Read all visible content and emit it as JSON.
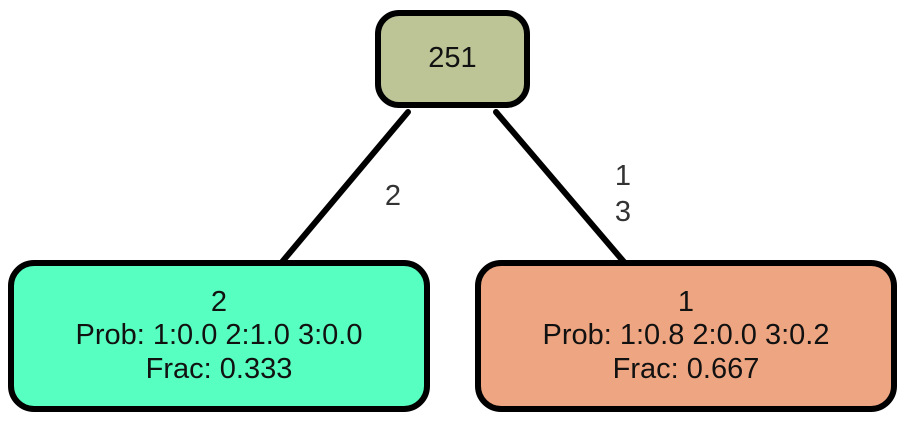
{
  "colors": {
    "root_fill": "#bdc597",
    "left_fill": "#57ffc0",
    "right_fill": "#eea581",
    "stroke": "#000000",
    "edge_label_color": "#333333"
  },
  "root": {
    "label": "251"
  },
  "left": {
    "line1": "2",
    "line2": "Prob: 1:0.0 2:1.0 3:0.0",
    "line3": "Frac: 0.333"
  },
  "right": {
    "line1": "1",
    "line2": "Prob: 1:0.8 2:0.0 3:0.2",
    "line3": "Frac: 0.667"
  },
  "edges": {
    "left_label": "2",
    "right_label_1": "1",
    "right_label_2": "3"
  }
}
